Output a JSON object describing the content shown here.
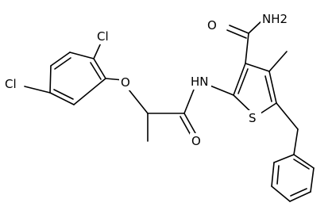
{
  "structure": {
    "atom_labels": {
      "amide_nh2": "NH2",
      "amide_o": "O",
      "linker_nh": "HN",
      "thiophene_s": "S",
      "carbonyl_o": "O",
      "ether_o": "O",
      "cl_top": "Cl",
      "cl_left": "Cl"
    }
  }
}
